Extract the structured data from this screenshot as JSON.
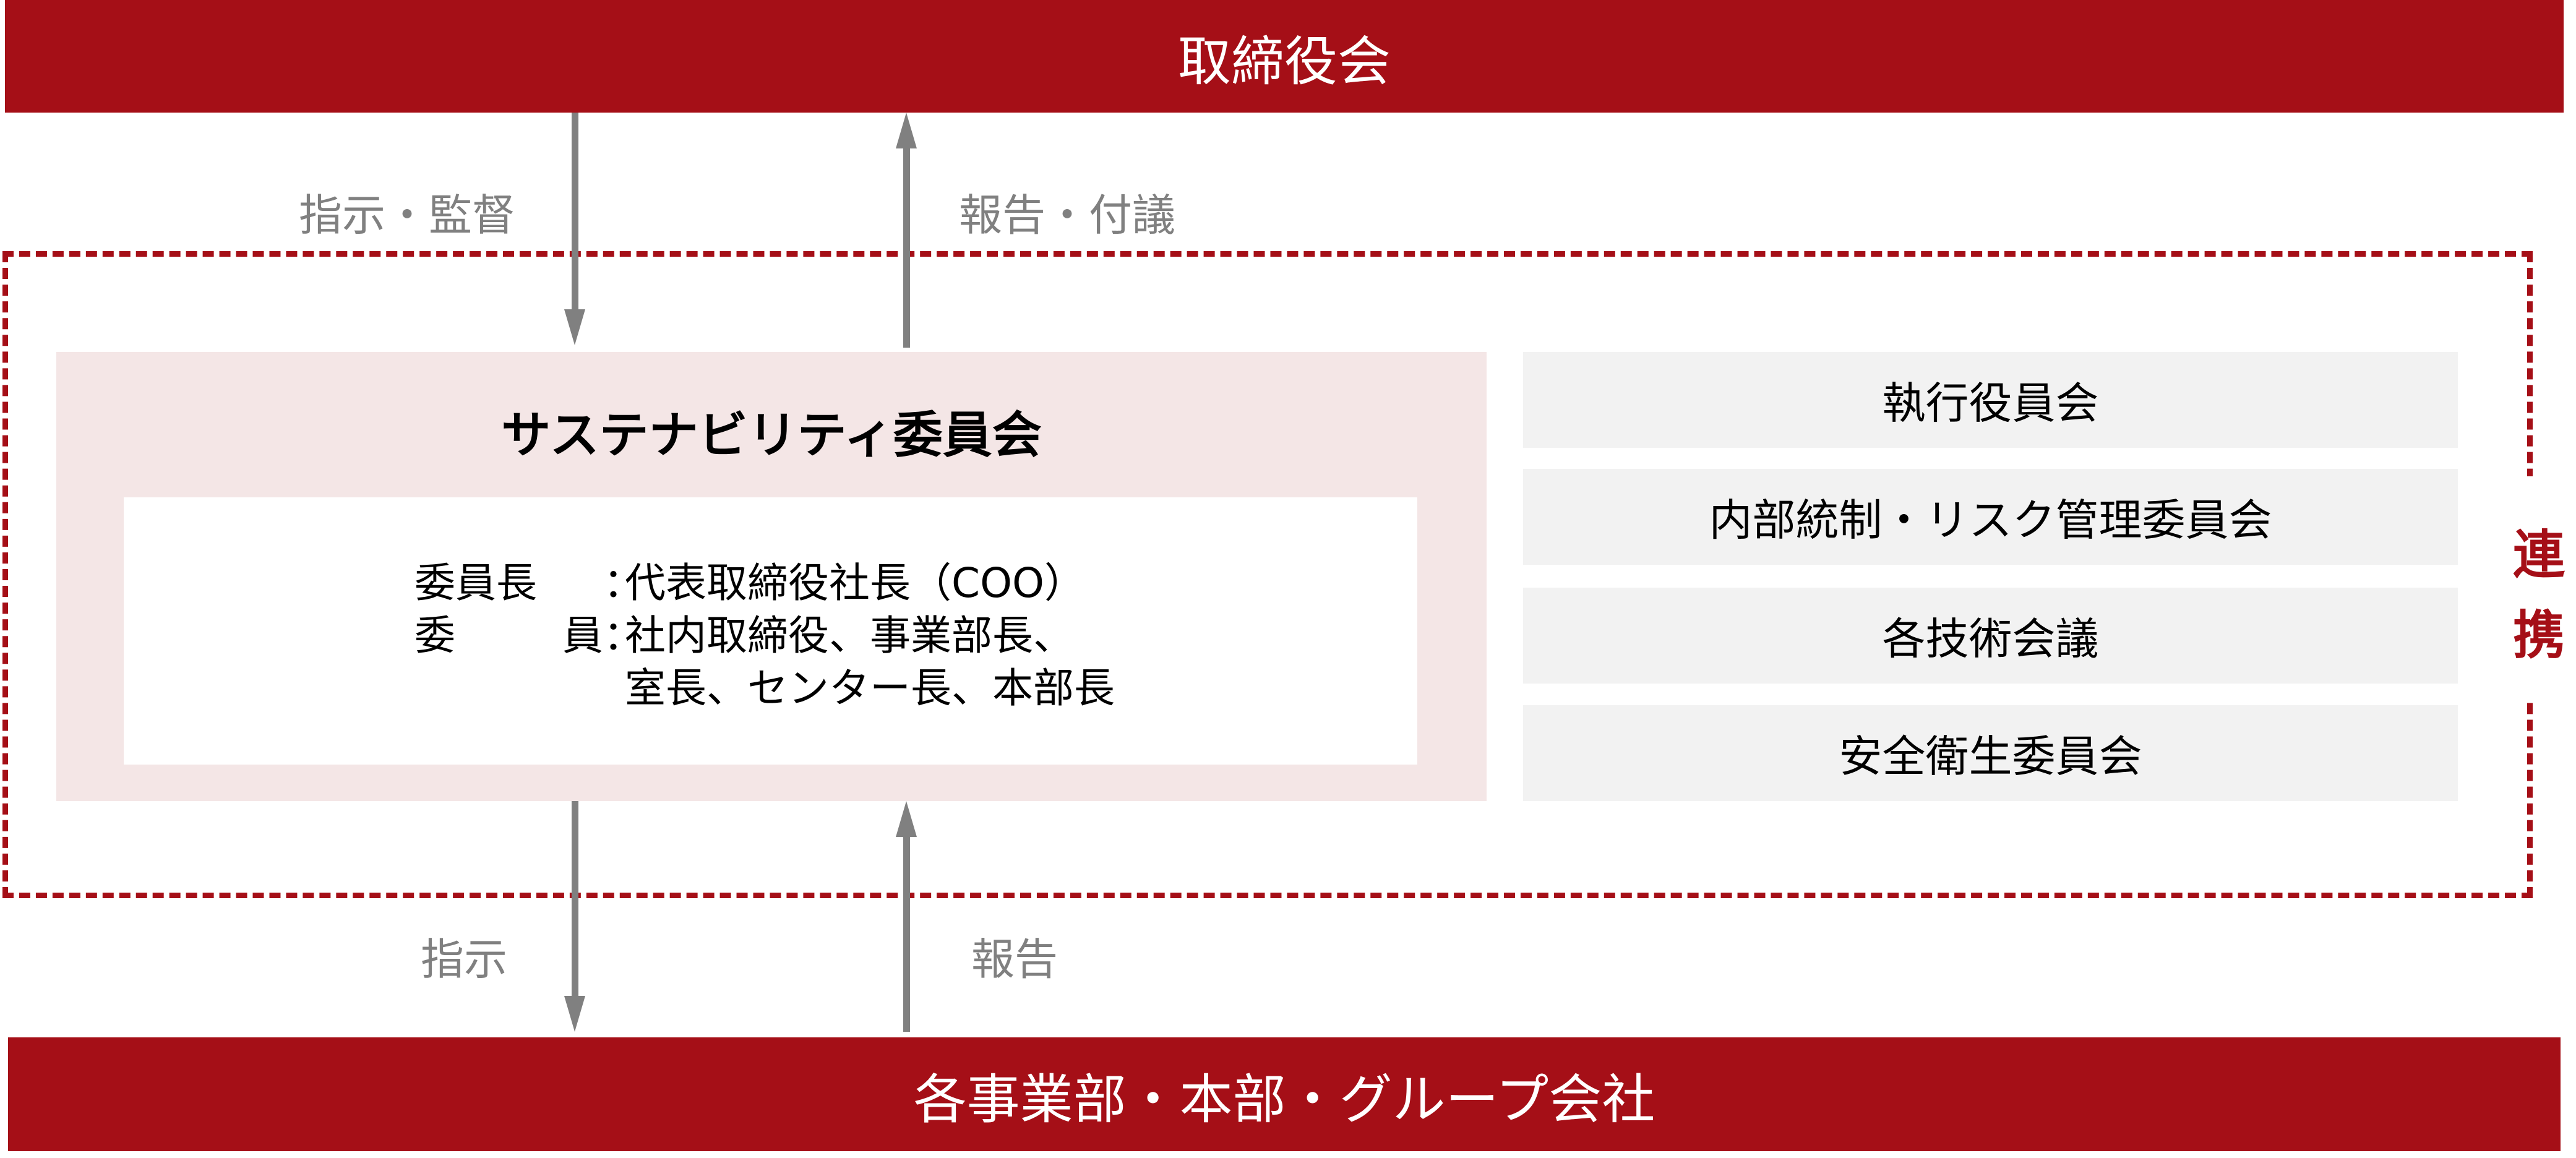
{
  "top_bar": {
    "label": "取締役会",
    "color": "#a50f17"
  },
  "top_flows": {
    "down_label": "指示・監督",
    "up_label": "報告・付議"
  },
  "committee": {
    "title": "サステナビリティ委員会",
    "chair_key_1": "委員長",
    "chair_value": "代表取締役社長（COO）",
    "member_key_1": "委",
    "member_key_2": "員",
    "member_value_line1": "社内取締役、事業部長、",
    "member_value_line2": "室長、センター長、本部長",
    "colon": "："
  },
  "related_bodies": [
    {
      "label": "執行役員会"
    },
    {
      "label": "内部統制・リスク管理委員会"
    },
    {
      "label": "各技術会議"
    },
    {
      "label": "安全衛生委員会"
    }
  ],
  "linkage": {
    "char1": "連",
    "char2": "携"
  },
  "bottom_flows": {
    "down_label": "指示",
    "up_label": "報告"
  },
  "bottom_bar": {
    "label": "各事業部・本部・グループ会社",
    "color": "#a50f17"
  },
  "colors": {
    "accent": "#a50f17",
    "arrow": "#808080",
    "committee_bg": "#f4e6e6",
    "sidebox_bg": "#f2f2f2"
  }
}
